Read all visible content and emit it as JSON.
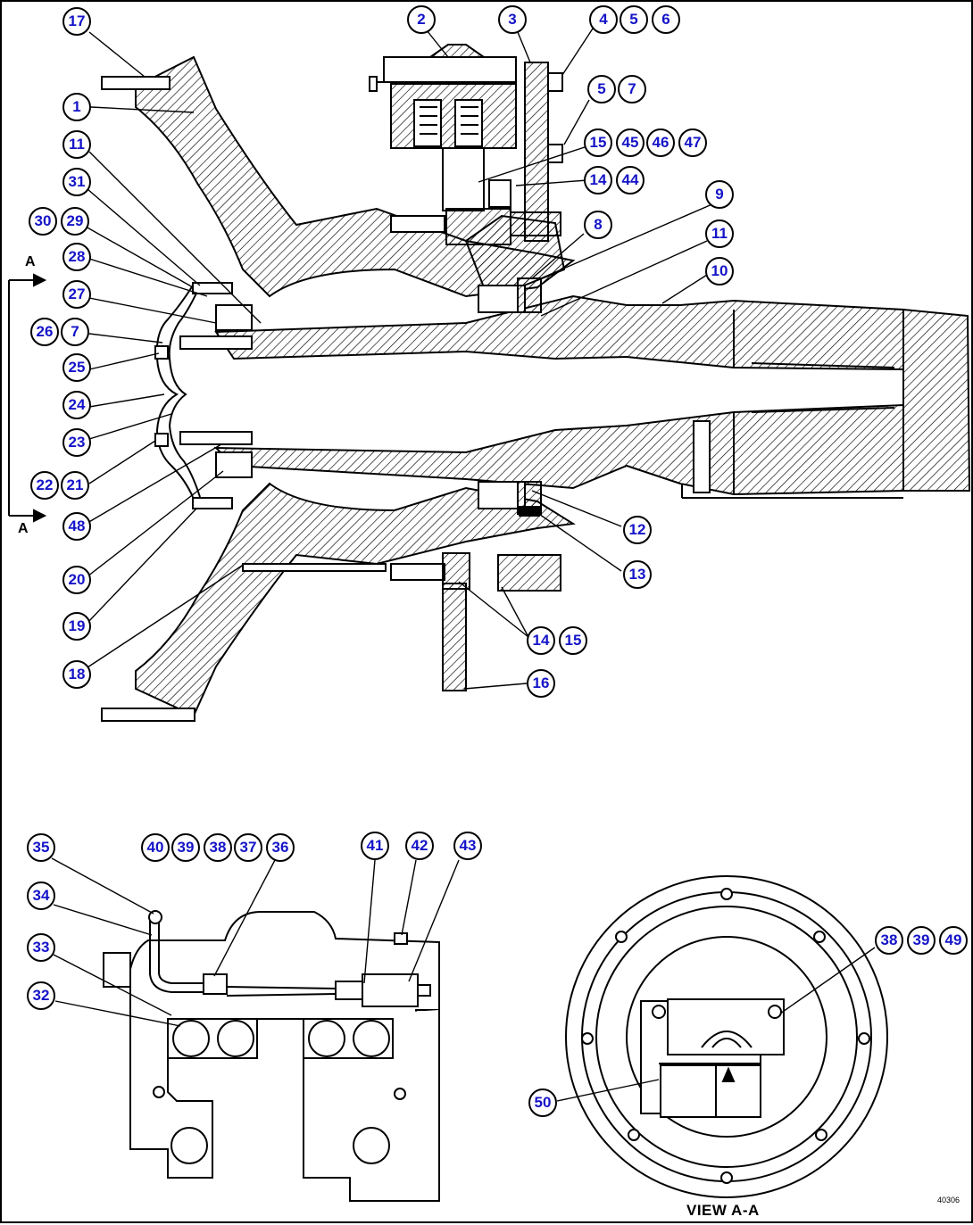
{
  "figure": {
    "view_label": "VIEW A-A",
    "figure_code": "40306",
    "section_marks": [
      "A",
      "A"
    ],
    "accent_color": "#1414c8",
    "line_color": "#000000"
  },
  "callouts": [
    {
      "id": "c17a",
      "label": "17"
    },
    {
      "id": "c2",
      "label": "2"
    },
    {
      "id": "c3",
      "label": "3"
    },
    {
      "id": "c4",
      "label": "4"
    },
    {
      "id": "c5a",
      "label": "5"
    },
    {
      "id": "c6",
      "label": "6"
    },
    {
      "id": "c5b",
      "label": "5"
    },
    {
      "id": "c7a",
      "label": "7"
    },
    {
      "id": "c1",
      "label": "1"
    },
    {
      "id": "c11a",
      "label": "11"
    },
    {
      "id": "c15a",
      "label": "15"
    },
    {
      "id": "c45",
      "label": "45"
    },
    {
      "id": "c46",
      "label": "46"
    },
    {
      "id": "c47",
      "label": "47"
    },
    {
      "id": "c31",
      "label": "31"
    },
    {
      "id": "c14a",
      "label": "14"
    },
    {
      "id": "c44",
      "label": "44"
    },
    {
      "id": "c9",
      "label": "9"
    },
    {
      "id": "c30",
      "label": "30"
    },
    {
      "id": "c29",
      "label": "29"
    },
    {
      "id": "c8",
      "label": "8"
    },
    {
      "id": "c11b",
      "label": "11"
    },
    {
      "id": "c28",
      "label": "28"
    },
    {
      "id": "c10",
      "label": "10"
    },
    {
      "id": "c27",
      "label": "27"
    },
    {
      "id": "c26",
      "label": "26"
    },
    {
      "id": "c7b",
      "label": "7"
    },
    {
      "id": "c25",
      "label": "25"
    },
    {
      "id": "c24",
      "label": "24"
    },
    {
      "id": "c23",
      "label": "23"
    },
    {
      "id": "c22",
      "label": "22"
    },
    {
      "id": "c21",
      "label": "21"
    },
    {
      "id": "c48",
      "label": "48"
    },
    {
      "id": "c12",
      "label": "12"
    },
    {
      "id": "c20",
      "label": "20"
    },
    {
      "id": "c13",
      "label": "13"
    },
    {
      "id": "c19",
      "label": "19"
    },
    {
      "id": "c14b",
      "label": "14"
    },
    {
      "id": "c15b",
      "label": "15"
    },
    {
      "id": "c18",
      "label": "18"
    },
    {
      "id": "c16",
      "label": "16"
    },
    {
      "id": "c35",
      "label": "35"
    },
    {
      "id": "c40",
      "label": "40"
    },
    {
      "id": "c39a",
      "label": "39"
    },
    {
      "id": "c38a",
      "label": "38"
    },
    {
      "id": "c37",
      "label": "37"
    },
    {
      "id": "c36",
      "label": "36"
    },
    {
      "id": "c41",
      "label": "41"
    },
    {
      "id": "c42",
      "label": "42"
    },
    {
      "id": "c43",
      "label": "43"
    },
    {
      "id": "c34",
      "label": "34"
    },
    {
      "id": "c33",
      "label": "33"
    },
    {
      "id": "c32",
      "label": "32"
    },
    {
      "id": "c38b",
      "label": "38"
    },
    {
      "id": "c39b",
      "label": "39"
    },
    {
      "id": "c49",
      "label": "49"
    },
    {
      "id": "c50",
      "label": "50"
    }
  ]
}
